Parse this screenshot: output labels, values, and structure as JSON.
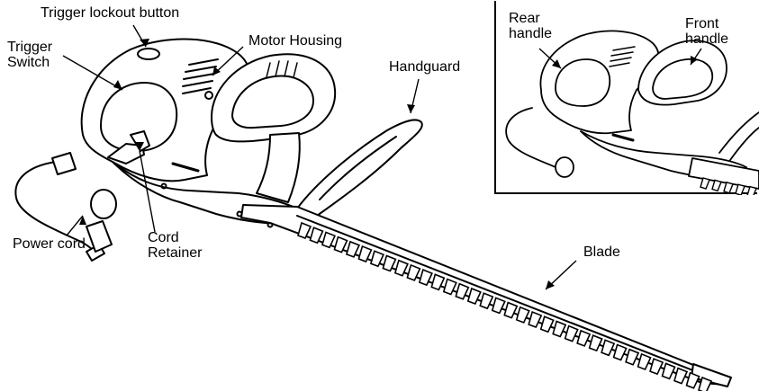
{
  "labels": {
    "trigger_lockout": "Trigger lockout button",
    "trigger_switch": "Trigger\nSwitch",
    "motor_housing": "Motor Housing",
    "handguard": "Handguard",
    "power_cord": "Power cord",
    "cord_retainer": "Cord\nRetainer",
    "blade": "Blade"
  },
  "inset": {
    "rear_handle": "Rear\nhandle",
    "front_handle": "Front\nhandle"
  },
  "colors": {
    "ink": "#000000",
    "paper": "#ffffff",
    "shade": "#e6e6e6"
  }
}
